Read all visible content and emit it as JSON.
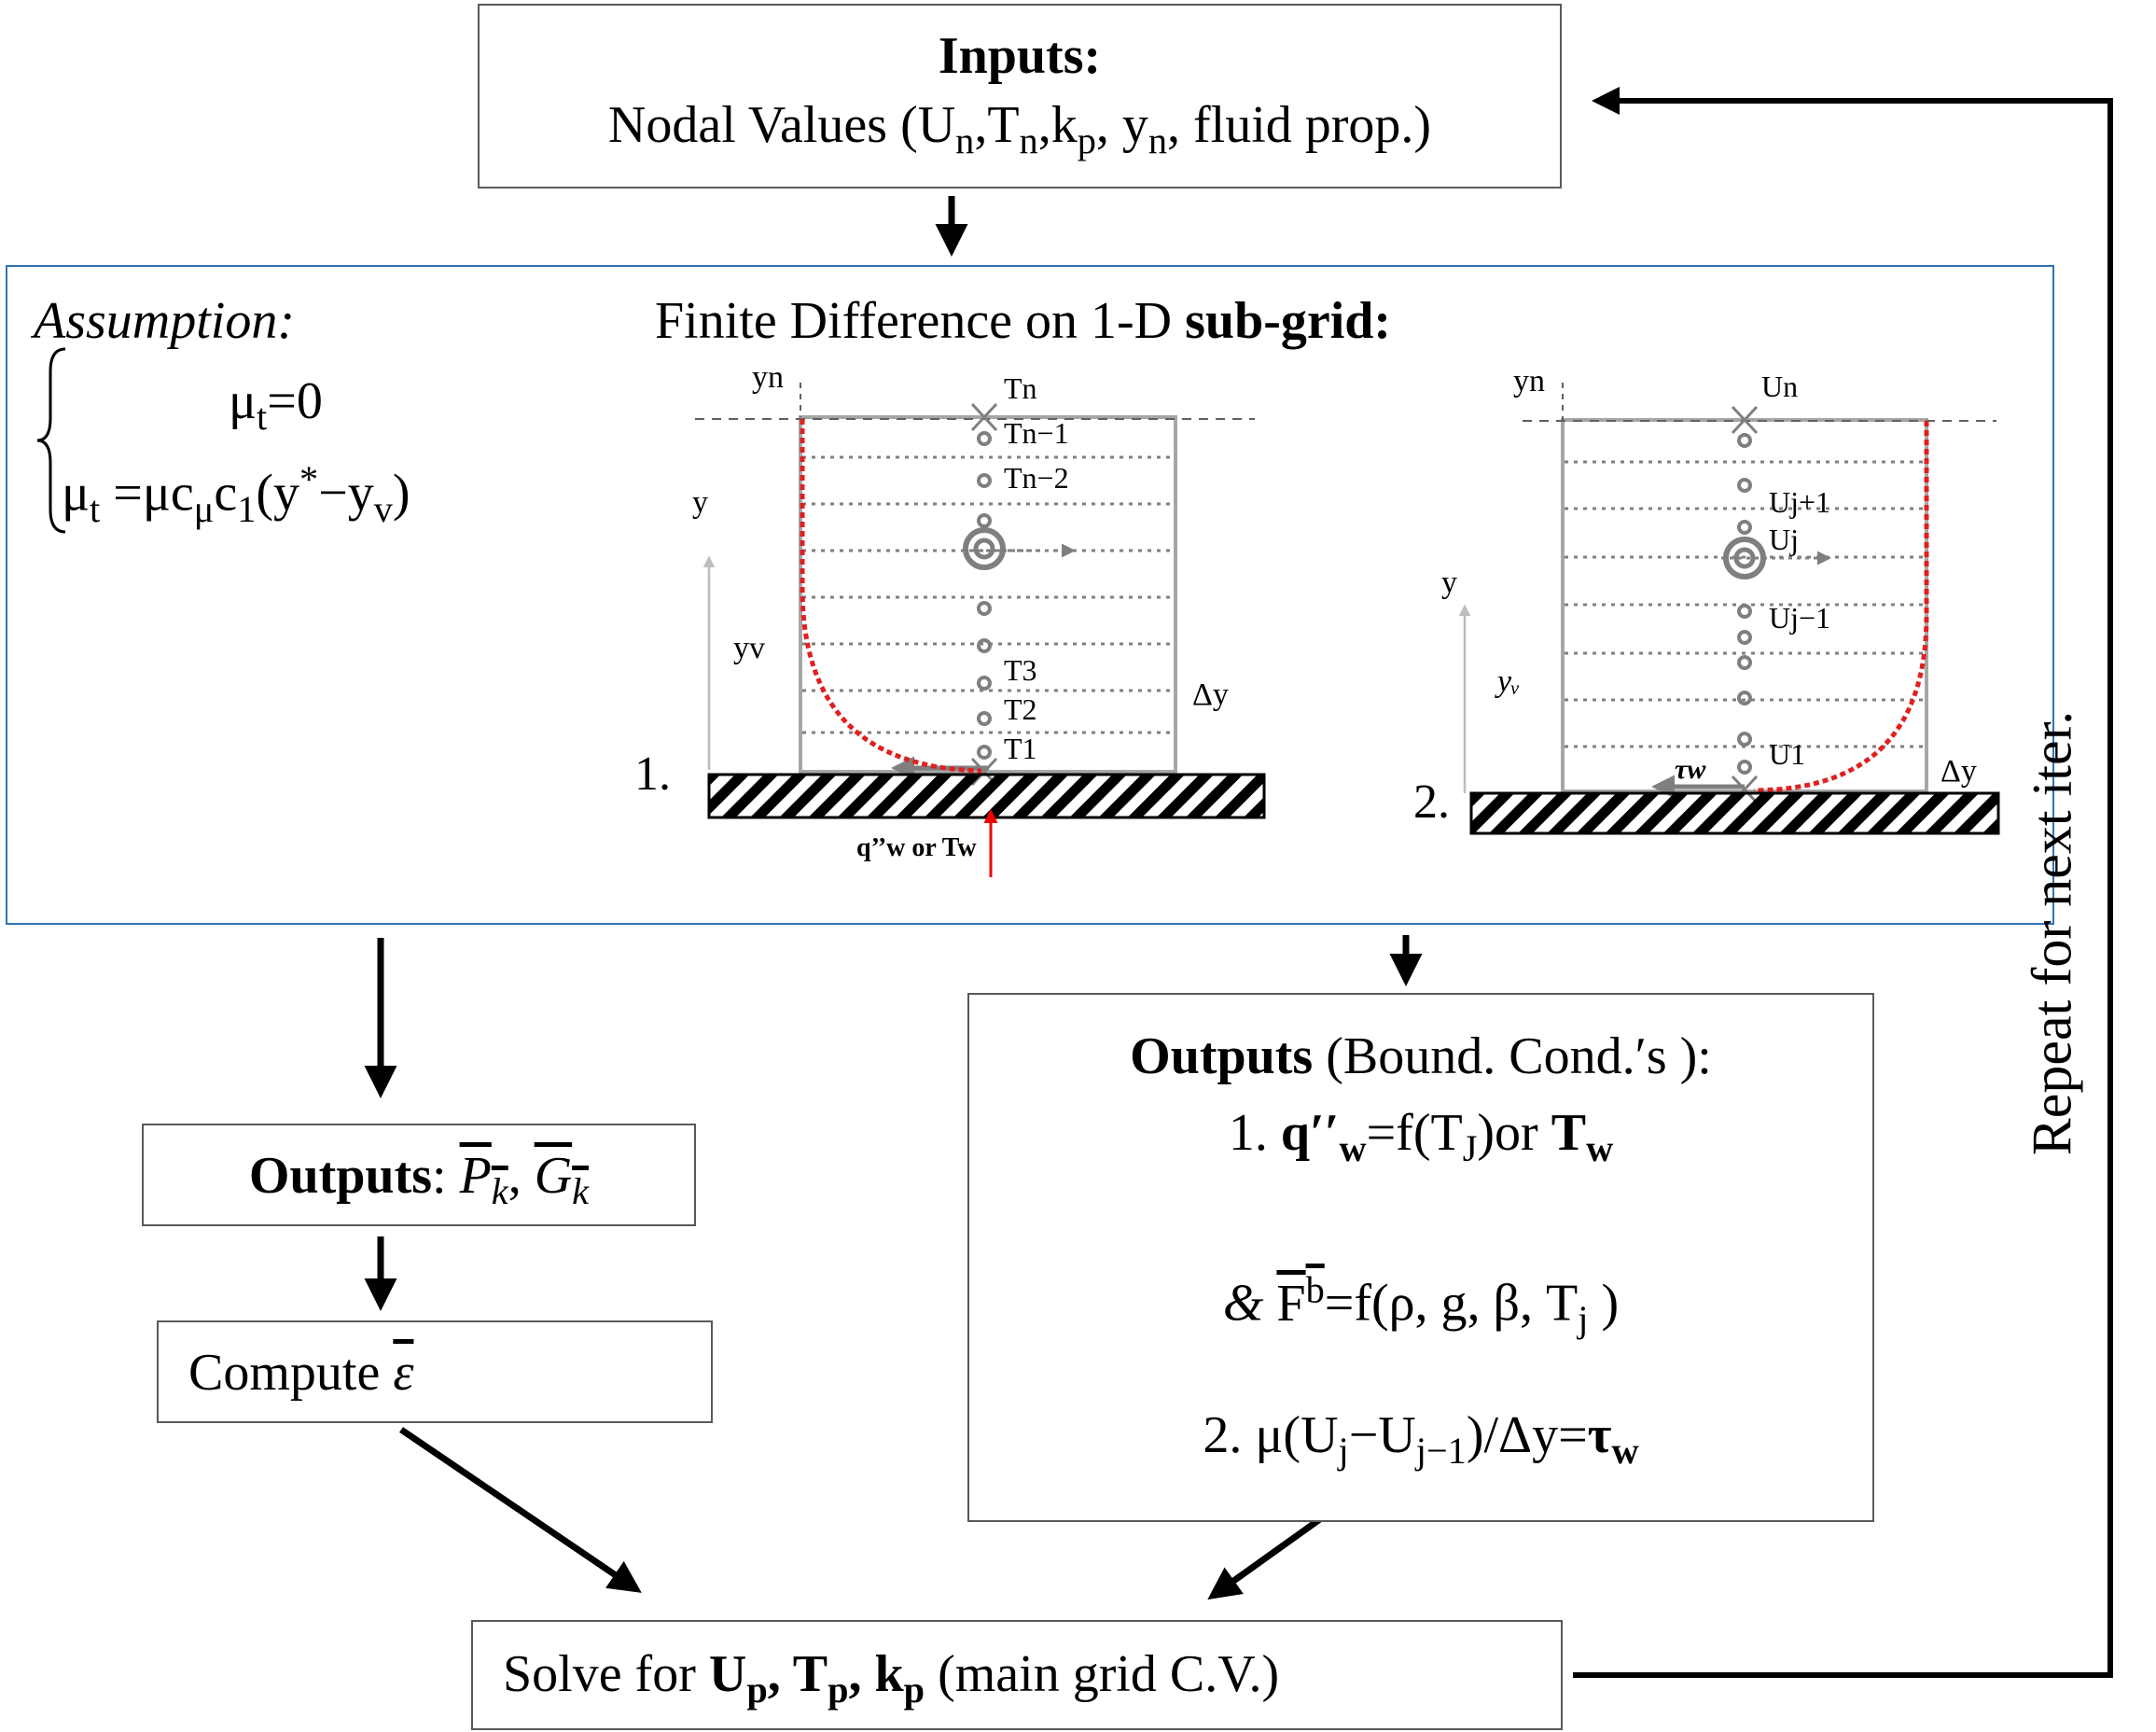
{
  "inputs": {
    "title": "Inputs:",
    "line_prefix": "Nodal Values (U",
    "s_n": "n",
    "c_T": ",T",
    "c_k": ",k",
    "s_p": "p",
    "c_y": ", y",
    "line_suffix": ", fluid prop.)"
  },
  "main": {
    "assumption": {
      "label": "Assumption:",
      "mu": "μ",
      "t": "t",
      "eq1_rhs": "=0",
      "eq2_mid": " =μc",
      "mu_sub": "μ",
      "c": "c",
      "one": "1",
      "open": "(y",
      "star": "*",
      "minus": "−y",
      "v": "v",
      "close": ")"
    },
    "fd_title_regular": "Finite Difference on 1-D ",
    "fd_title_bold": "sub-grid:",
    "sketch1": {
      "number": "1.",
      "yn_label": "yn",
      "y_label": "y",
      "yv_label": "yv",
      "dy_label": "Δy",
      "t_top": "Tn",
      "t_n1": "Tn−1",
      "t_n2": "Tn−2",
      "t3": "T3",
      "t2": "T2",
      "t1": "T1",
      "wall_label": "q’’w or Tw"
    },
    "sketch2": {
      "number": "2.",
      "yn_label": "yn",
      "y_label": "y",
      "yv_label": "yᵥ",
      "dy_label": "Δy",
      "u_top": "Un",
      "uj1": "Uj+1",
      "uj": "Uj",
      "ujm1": "Uj−1",
      "u1": "U1",
      "tau": "τw"
    }
  },
  "outputs_left": {
    "bold": "Outputs",
    "colon": ":",
    "P": "P",
    "G": "G",
    "k": "k",
    "comma": ","
  },
  "compute": {
    "label": "Compute ",
    "symbol": "ε"
  },
  "outputs_right": {
    "bold": "Outputs",
    "rest": " (Bound. Cond.′s ):",
    "l2_pre": "1. ",
    "l2_q": "q′′",
    "l2_w": "w",
    "l2_mid": "=f(T",
    "l2_J": "J",
    "l2_close": ")",
    "l2_or": "or ",
    "l2_T": "T",
    "l2_w2": "w",
    "l3_amp": "& ",
    "l3_F": "F",
    "l3_b": "b",
    "l3_rest": "=f(ρ, g, β, T",
    "l3_j": "j",
    "l3_close": " )",
    "l4_pre": "2. μ(U",
    "l4_j": "j",
    "l4_mid": "−U",
    "l4_jm1": "j−1",
    "l4_post": ")/Δy=",
    "l4_tau": "τ",
    "l4_w": "w"
  },
  "solve": {
    "prefix": "Solve for ",
    "U": "U",
    "T": "T",
    "k": "k",
    "p": "p",
    "comma": ", ",
    "suffix": " (main grid C.V.)"
  },
  "repeat_label": "Repeat for next iter.",
  "colors": {
    "box_border": "#595959",
    "main_border": "#2e75b6",
    "profile": "#e02020",
    "node": "#7f7f7f",
    "arrow": "#000000"
  }
}
